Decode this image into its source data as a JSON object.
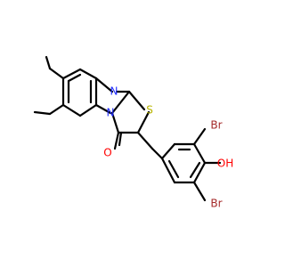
{
  "molecule": {
    "colors": {
      "bond": "#000000",
      "nitrogen": "#1f2cff",
      "sulfur": "#b8b400",
      "oxygen": "#ff0000",
      "bromine": "#a52a2a"
    },
    "atoms": {
      "n_imine": "N",
      "n_ring": "N",
      "s_ring": "S",
      "o_carbonyl": "O",
      "br_top": "Br",
      "br_bottom": "Br",
      "oh": "OH"
    }
  }
}
